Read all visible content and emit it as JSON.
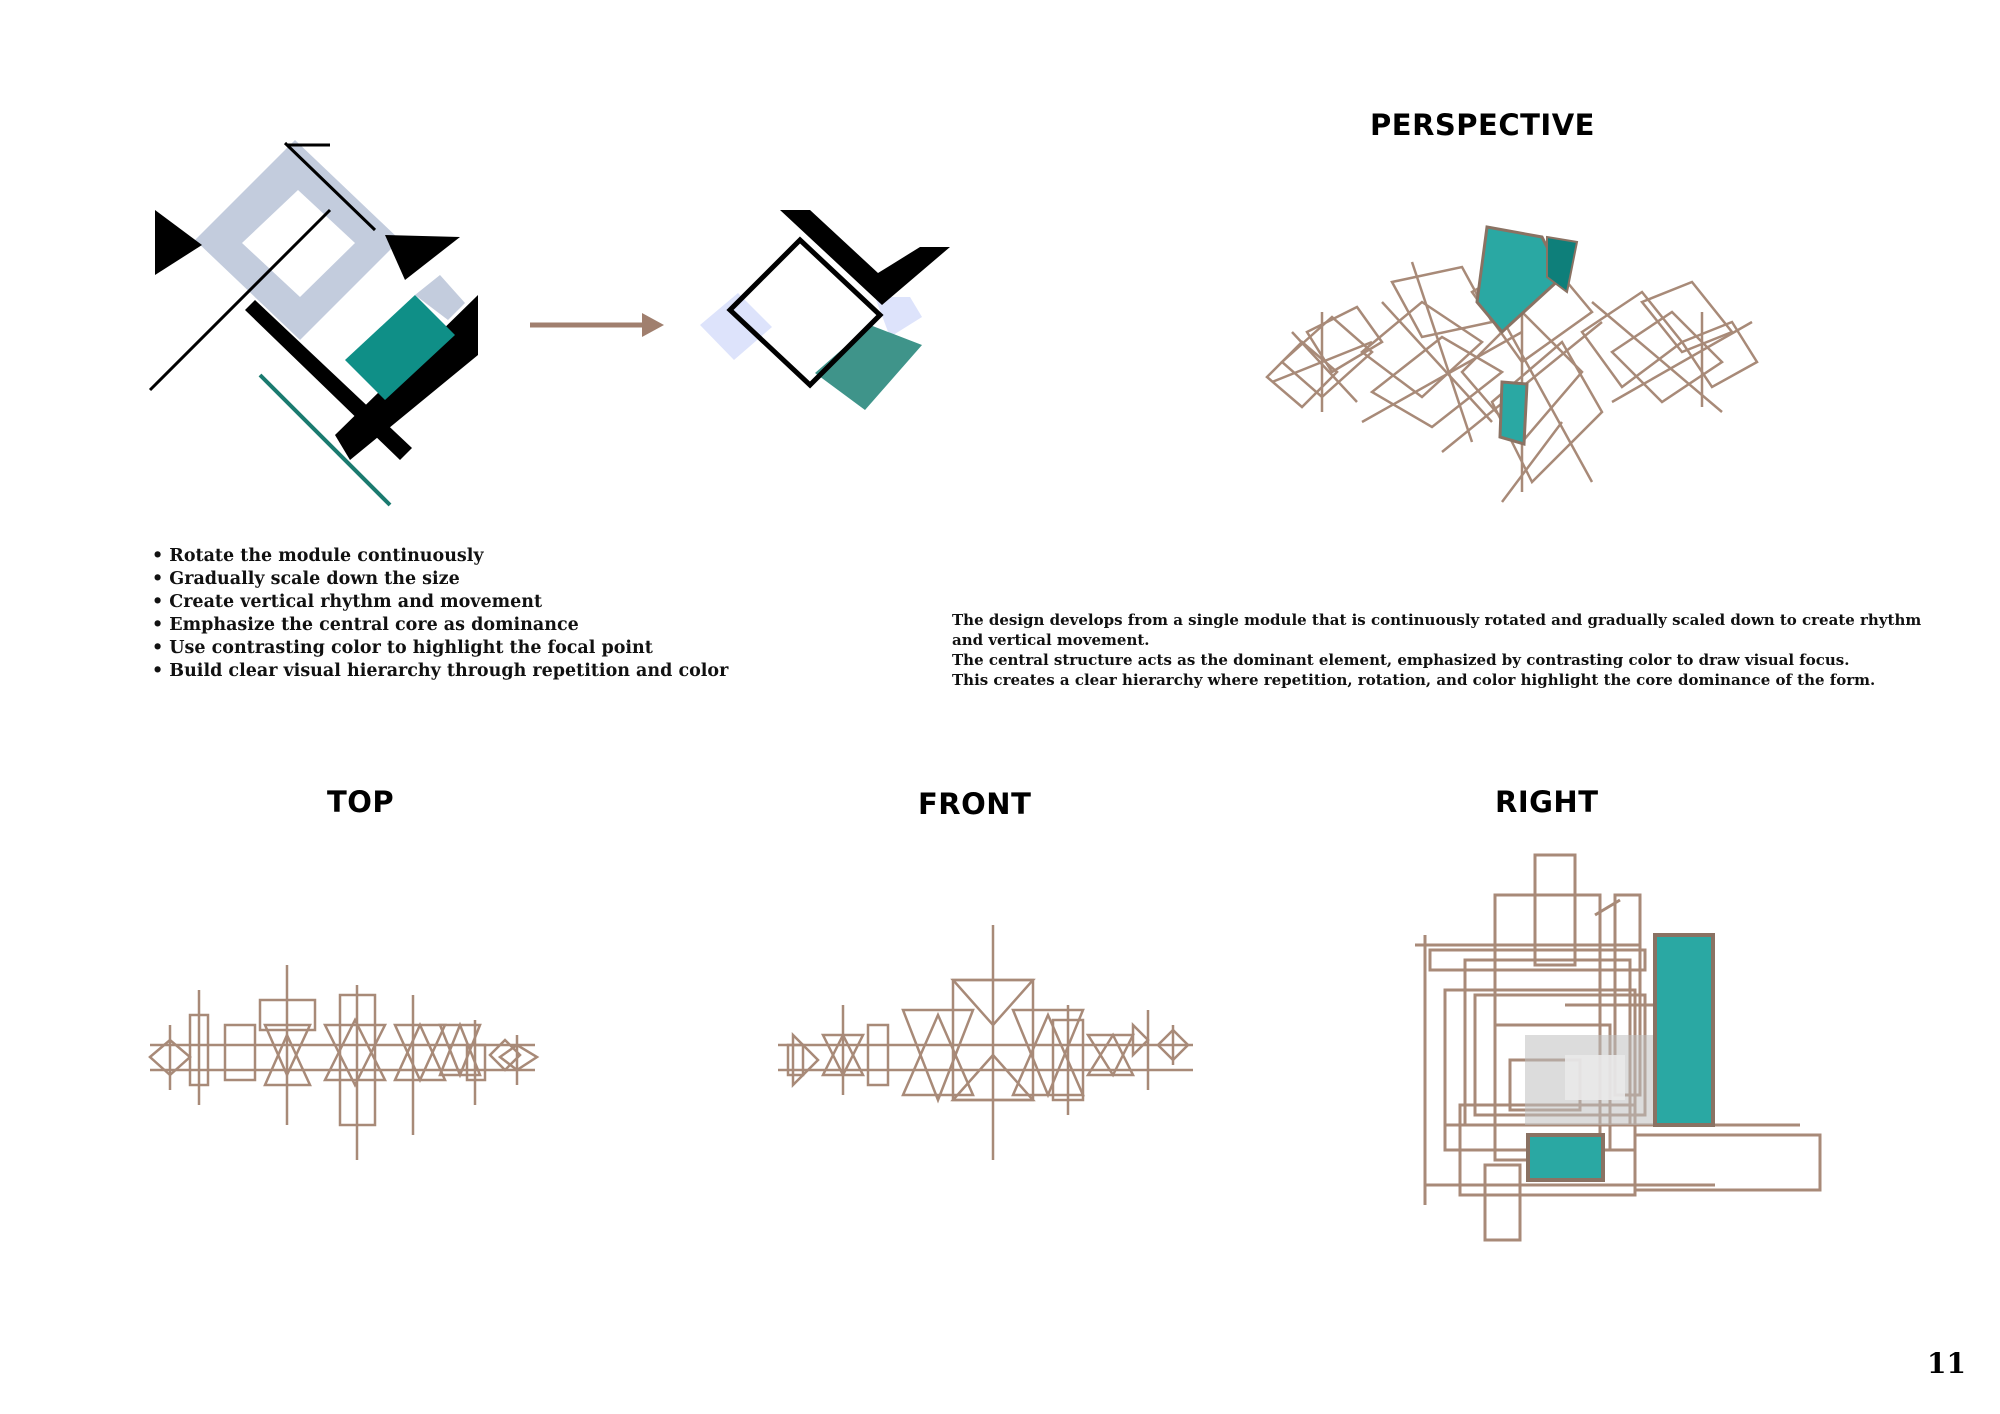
{
  "headings": {
    "perspective": "PERSPECTIVE",
    "top": "TOP",
    "front": "FRONT",
    "right": "RIGHT"
  },
  "bullets": [
    "Rotate the module continuously",
    "Gradually scale down the size",
    "Create vertical rhythm and movement",
    "Emphasize the central core as dominance",
    "Use contrasting color to highlight the focal point",
    "Build clear visual hierarchy through repetition and color"
  ],
  "description": [
    "The design develops from a single module that is continuously rotated and gradually scaled down to create rhythm and vertical movement.",
    "The central structure acts as the dominant element, emphasized by contrasting color to draw visual focus.",
    "This creates a clear hierarchy where repetition, rotation, and color highlight the core dominance of the form."
  ],
  "page_number": "11",
  "colors": {
    "teal": "#2aa8a3",
    "teal_dark": "#0e7f7a",
    "wood": "#a88a78",
    "arrow": "#a07f6e",
    "lavender": "#dde3fb",
    "sky": "#c3ccdd",
    "black": "#000000"
  }
}
